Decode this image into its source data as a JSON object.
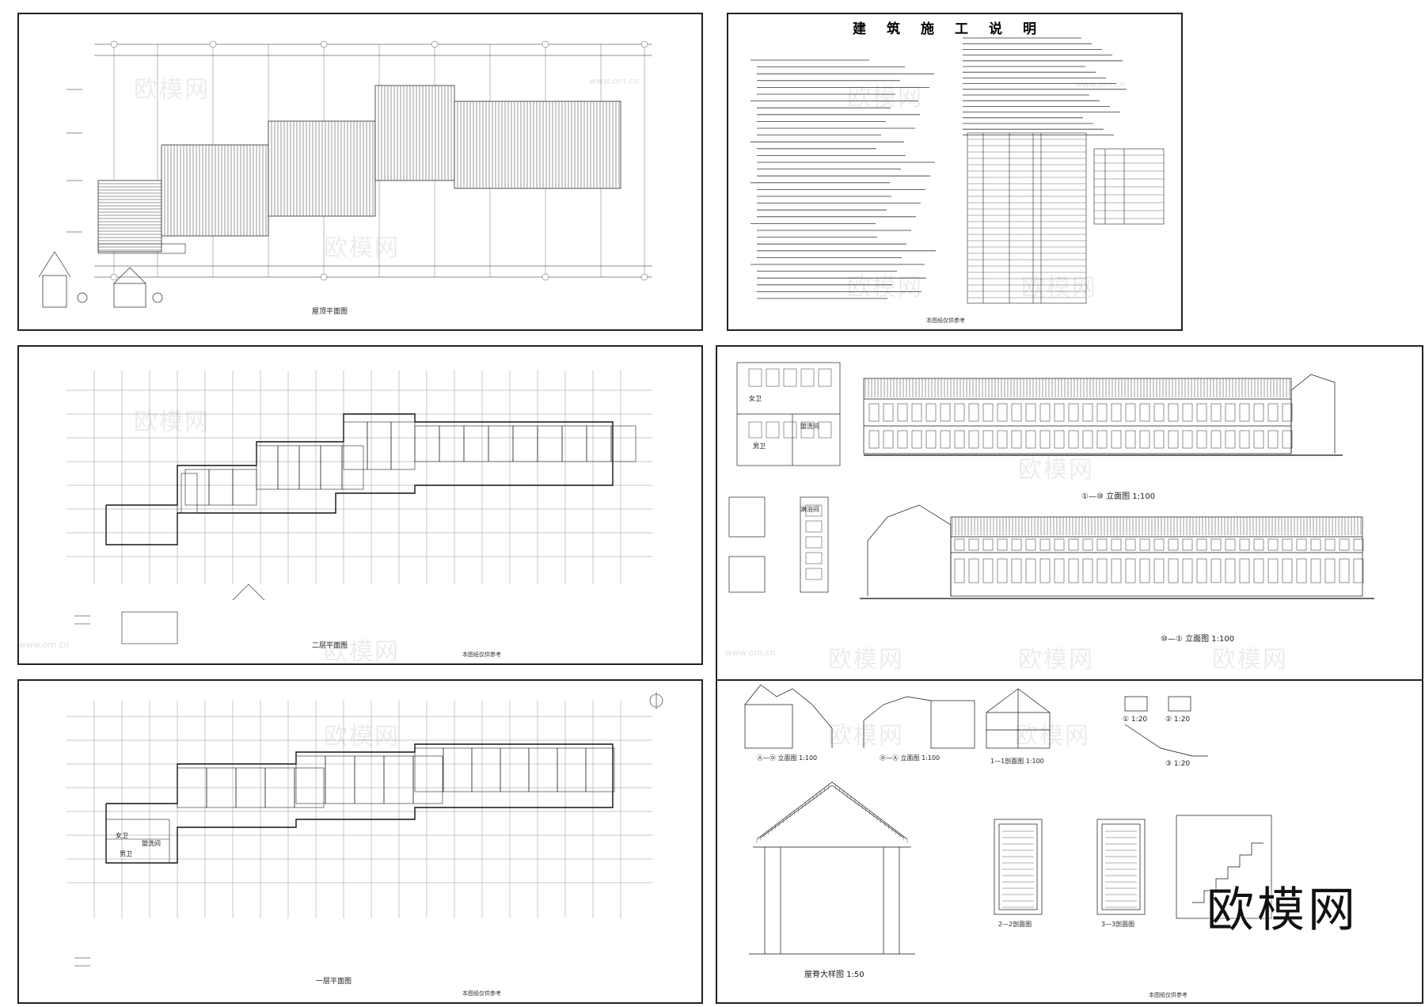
{
  "watermark": "欧模网",
  "watermark_url": "www.om.cn",
  "brand": "欧模网",
  "notes_title": "建筑施工说明",
  "plan_labels": {
    "roof_plan": "屋顶平面图",
    "second_floor_plan": "二层平面图",
    "first_floor_plan": "一层平面图"
  },
  "elevation_labels": {
    "elev_a": "①—⑩ 立面图 1:100",
    "elev_b": "⑩—① 立面图 1:100",
    "elev_c": "Ⓐ—Ⓓ 立面图 1:100",
    "elev_d": "Ⓓ—Ⓐ 立面图 1:100",
    "section_1": "1—1剖面图 1:100",
    "ridge_detail": "屋脊大样图 1:50",
    "section_2": "2—2剖面图",
    "section_3": "3—3剖面图",
    "detail_1": "① 1:20",
    "detail_2": "② 1:20",
    "detail_3": "③ 1:20"
  },
  "room_labels": {
    "female": "女卫",
    "male": "男卫",
    "wash": "盥洗间",
    "shower": "淋浴间"
  },
  "footer_text": "本图纸仅供参考"
}
